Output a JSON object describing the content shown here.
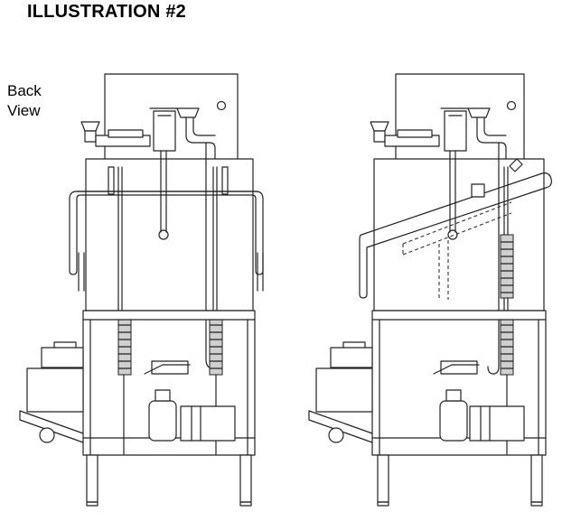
{
  "header": {
    "title": "ILLUSTRATION #2"
  },
  "label": {
    "line1": "Back",
    "line2": "View"
  },
  "colors": {
    "ink": "#222222",
    "background": "#ffffff",
    "spring": "#cfcfcf"
  }
}
